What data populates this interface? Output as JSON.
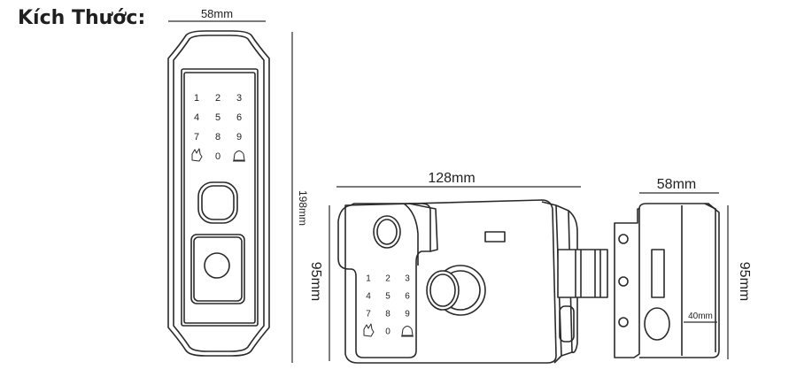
{
  "title": "Kích Thước:",
  "front_lock": {
    "width_label": "58mm",
    "height_label": "198mm",
    "keypad": [
      [
        "1",
        "2",
        "3"
      ],
      [
        "4",
        "5",
        "6"
      ],
      [
        "7",
        "8",
        "9"
      ],
      [
        "hand-icon",
        "0",
        "bell-icon"
      ]
    ]
  },
  "side_lock": {
    "width_label": "128mm",
    "height_label": "95mm",
    "keypad": [
      [
        "1",
        "2",
        "3"
      ],
      [
        "4",
        "5",
        "6"
      ],
      [
        "7",
        "8",
        "9"
      ],
      [
        "hand-icon",
        "0",
        "bell-icon"
      ]
    ]
  },
  "strike": {
    "width_label": "58mm",
    "height_label": "95mm",
    "depth_label": "40mm"
  }
}
